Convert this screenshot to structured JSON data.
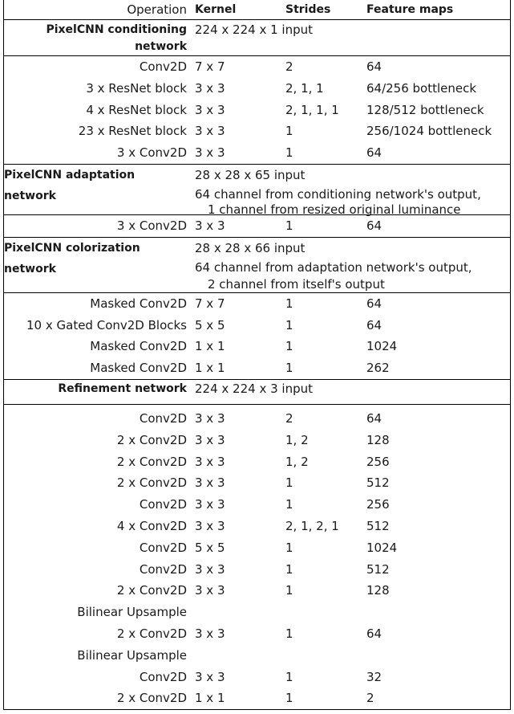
{
  "header": {
    "operation": "Operation",
    "kernel": "Kernel",
    "strides": "Strides",
    "feature_maps": "Feature maps"
  },
  "sections": {
    "conditioning": {
      "title_line1": "PixelCNN conditioning",
      "title_line2": "network",
      "input": "224 x 224 x 1 input",
      "rows": [
        {
          "op": "Conv2D",
          "kernel": "7 x 7",
          "strides": "2",
          "maps": "64"
        },
        {
          "op": "3 x ResNet block",
          "kernel": "3 x 3",
          "strides": "2, 1, 1",
          "maps": "64/256 bottleneck"
        },
        {
          "op": "4 x ResNet block",
          "kernel": "3 x 3",
          "strides": "2, 1, 1, 1",
          "maps": "128/512 bottleneck"
        },
        {
          "op": "23 x ResNet block",
          "kernel": "3 x 3",
          "strides": "1",
          "maps": "256/1024 bottleneck"
        },
        {
          "op": "3 x Conv2D",
          "kernel": "3 x 3",
          "strides": "1",
          "maps": "64"
        }
      ]
    },
    "adaptation": {
      "title": "PixelCNN adaptation network",
      "input": "28 x 28 x 65 input",
      "input_line2": "64 channel from conditioning network's output,",
      "input_line3": "1 channel from resized original luminance",
      "rows": [
        {
          "op": "3 x Conv2D",
          "kernel": "3 x 3",
          "strides": "1",
          "maps": "64"
        }
      ]
    },
    "colorization": {
      "title": "PixelCNN colorization network",
      "input": "28 x 28 x 66 input",
      "input_line2": "64 channel from adaptation network's output,",
      "input_line3": "2 channel from itself's output",
      "rows": [
        {
          "op": "Masked Conv2D",
          "kernel": "7 x 7",
          "strides": "1",
          "maps": "64"
        },
        {
          "op": "10 x Gated Conv2D Blocks",
          "kernel": "5 x 5",
          "strides": "1",
          "maps": "64"
        },
        {
          "op": "Masked Conv2D",
          "kernel": "1 x 1",
          "strides": "1",
          "maps": "1024"
        },
        {
          "op": "Masked Conv2D",
          "kernel": "1 x 1",
          "strides": "1",
          "maps": "262"
        }
      ]
    },
    "refinement": {
      "title": "Refinement network",
      "input": "224 x 224 x 3 input",
      "rows": [
        {
          "op": "Conv2D",
          "kernel": "3 x 3",
          "strides": "2",
          "maps": "64"
        },
        {
          "op": "2 x Conv2D",
          "kernel": "3 x 3",
          "strides": "1, 2",
          "maps": "128"
        },
        {
          "op": "2 x Conv2D",
          "kernel": "3 x 3",
          "strides": "1, 2",
          "maps": "256"
        },
        {
          "op": "2 x Conv2D",
          "kernel": "3 x 3",
          "strides": "1",
          "maps": "512"
        },
        {
          "op": "Conv2D",
          "kernel": "3 x 3",
          "strides": "1",
          "maps": "256"
        },
        {
          "op": "4 x Conv2D",
          "kernel": "3 x 3",
          "strides": "2, 1, 2, 1",
          "maps": "512"
        },
        {
          "op": "Conv2D",
          "kernel": "5 x 5",
          "strides": "1",
          "maps": "1024"
        },
        {
          "op": "Conv2D",
          "kernel": "3 x 3",
          "strides": "1",
          "maps": "512"
        },
        {
          "op": "2 x Conv2D",
          "kernel": "3 x 3",
          "strides": "1",
          "maps": "128"
        },
        {
          "op": "Bilinear Upsample",
          "kernel": "",
          "strides": "",
          "maps": ""
        },
        {
          "op": "2 x Conv2D",
          "kernel": "3 x 3",
          "strides": "1",
          "maps": "64"
        },
        {
          "op": "Bilinear Upsample",
          "kernel": "",
          "strides": "",
          "maps": ""
        },
        {
          "op": "Conv2D",
          "kernel": "3 x 3",
          "strides": "1",
          "maps": "32"
        },
        {
          "op": "2 x Conv2D",
          "kernel": "1 x 1",
          "strides": "1",
          "maps": "2"
        }
      ]
    }
  }
}
